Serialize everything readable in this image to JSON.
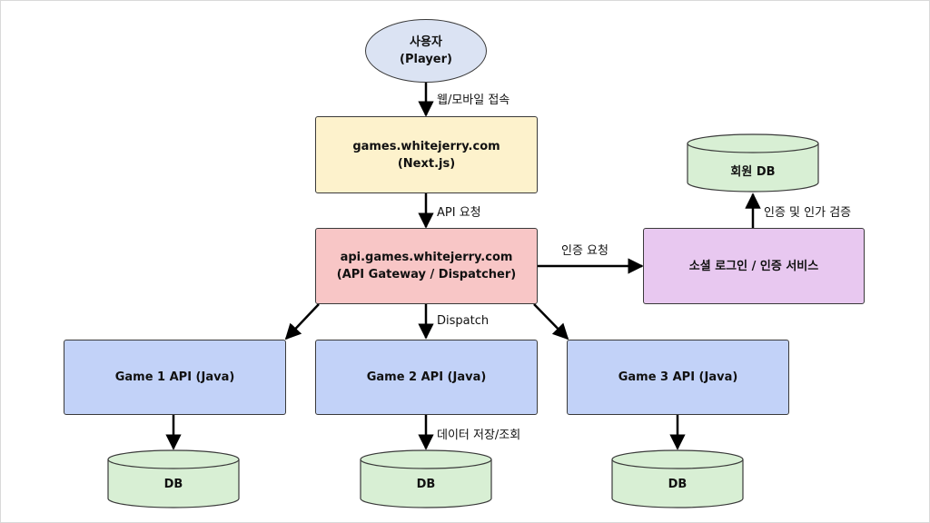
{
  "colors": {
    "user": "#dbe3f3",
    "frontend": "#fdf2cc",
    "gateway": "#f8c6c6",
    "auth": "#e8c8f0",
    "game": "#c2d2f8",
    "db": "#d8efd4",
    "stroke": "#3a3a3a"
  },
  "nodes": {
    "user": {
      "line1": "사용자",
      "line2": "(Player)"
    },
    "frontend": {
      "line1": "games.whitejerry.com",
      "line2": "(Next.js)"
    },
    "gateway": {
      "line1": "api.games.whitejerry.com",
      "line2": "(API Gateway / Dispatcher)"
    },
    "auth": {
      "label": "소셜 로그인 / 인증 서비스"
    },
    "member_db": {
      "label": "회원 DB"
    },
    "game1": {
      "label": "Game 1 API (Java)"
    },
    "game2": {
      "label": "Game 2 API (Java)"
    },
    "game3": {
      "label": "Game 3 API (Java)"
    },
    "db1": {
      "label": "DB"
    },
    "db2": {
      "label": "DB"
    },
    "db3": {
      "label": "DB"
    }
  },
  "edges": {
    "user_to_frontend": "웹/모바일 접속",
    "frontend_to_gateway": "API 요청",
    "gateway_to_auth": "인증 요청",
    "auth_to_member_db": "인증 및 인가 검증",
    "gateway_to_games": "Dispatch",
    "game_to_db": "데이터 저장/조회"
  }
}
